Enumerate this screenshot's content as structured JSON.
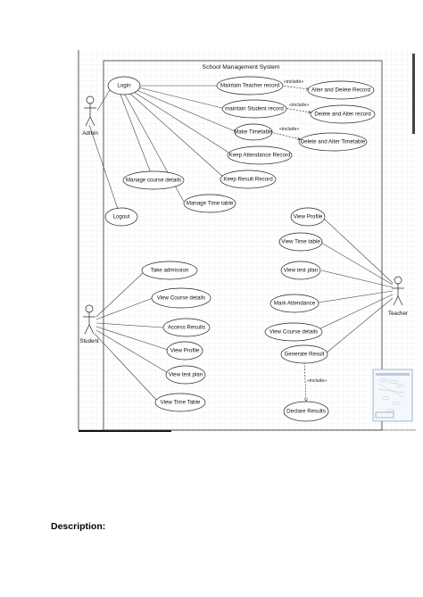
{
  "system": {
    "title": "School Management System"
  },
  "actors": {
    "admin": "Admin",
    "student": "Student",
    "teacher": "Teacher"
  },
  "use_cases": {
    "login": "Login",
    "logout": "Logout",
    "maintain_teacher": "Maintain Teacher record",
    "maintain_student": "maintain Student record",
    "make_timetable": "Make Timetable",
    "keep_attendance": "Keep Attendance Record",
    "keep_result": "Keep Result Record",
    "manage_course": "Manage course details",
    "manage_timetable": "Manage Time table",
    "alter_delete": "Alter and Delete Record",
    "delete_alter": "Delete and Alter record",
    "delete_alter_tt": "Delete and Alter Timetable",
    "s_take_admission": "Take admission",
    "s_view_course": "View Course details",
    "s_access_results": "Access Results",
    "s_view_profile": "View Profile",
    "s_view_test": "View test plan",
    "s_view_timetable": "View Time Table",
    "t_view_profile": "View Profile",
    "t_view_timetable": "View Time table",
    "t_view_test": "View test plan",
    "t_mark_attendance": "Mark Attendance",
    "t_view_course": "View Course details",
    "t_generate_result": "Generate Result",
    "t_declare_results": "Declare Results"
  },
  "stereotypes": {
    "include_1": "«include»",
    "include_2": "«include»",
    "include_3": "«include»",
    "include_4": "«include»"
  },
  "description_heading": "Description:"
}
